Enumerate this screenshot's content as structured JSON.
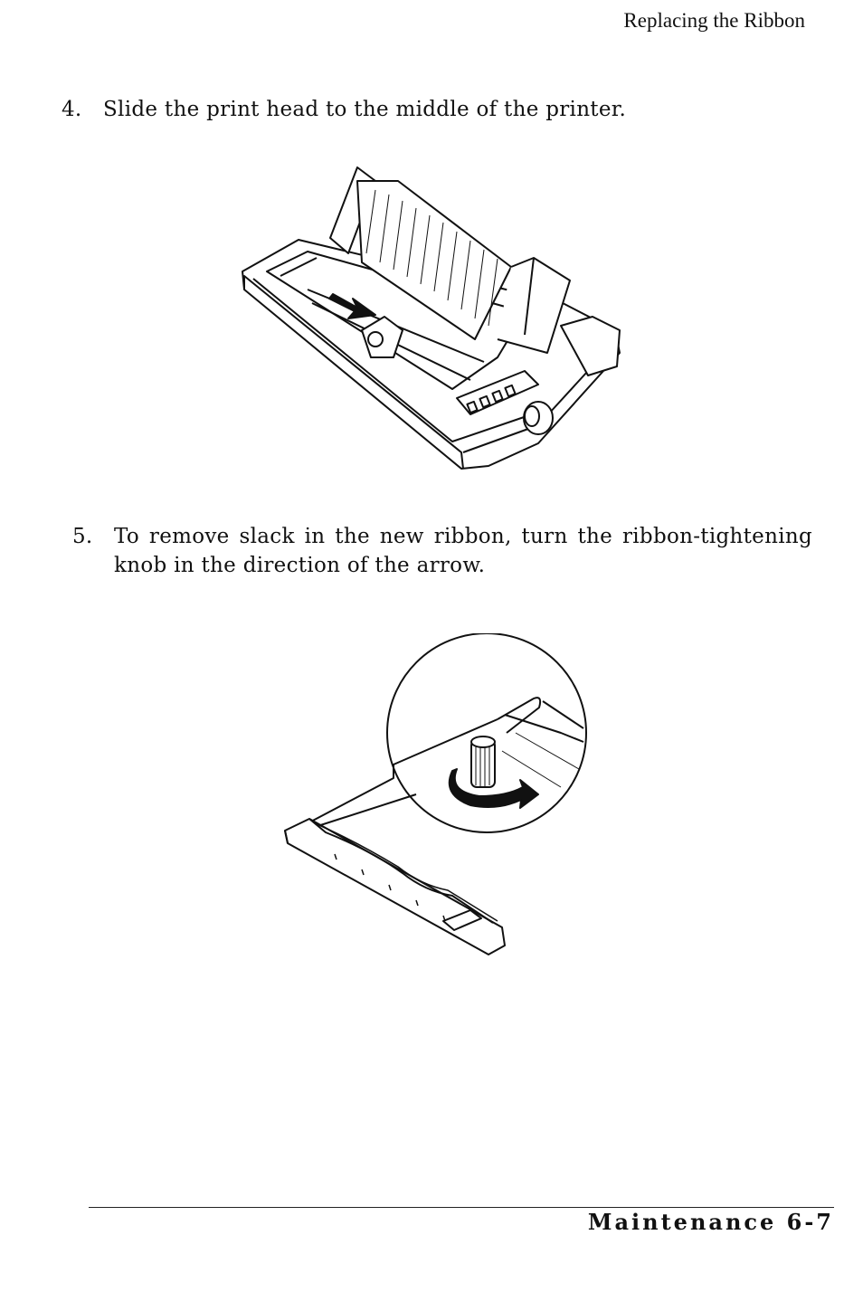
{
  "header": {
    "section_title": "Replacing the Ribbon"
  },
  "steps": [
    {
      "number": "4.",
      "text": "Slide the print head to the middle of the printer."
    },
    {
      "number": "5.",
      "text": "To remove slack in the new ribbon, turn the ribbon-tightening knob in the direction of the arrow."
    }
  ],
  "footer": {
    "chapter_page": "Maintenance 6-7"
  }
}
